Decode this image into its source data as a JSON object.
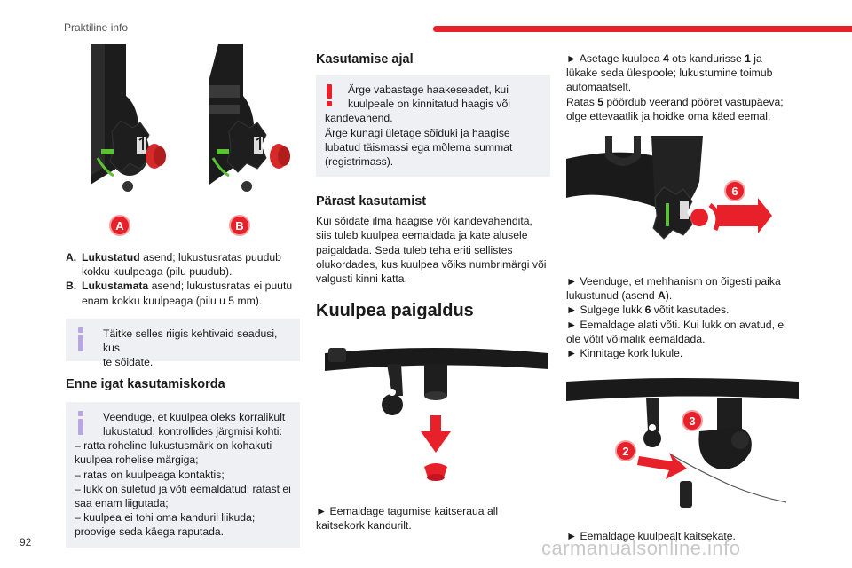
{
  "header": {
    "section": "Praktiline info",
    "bar_color": "#e8202a"
  },
  "page_number": "92",
  "watermark": "carmanualsonline.info",
  "col1": {
    "figure_labels": [
      "A",
      "B"
    ],
    "legend": [
      {
        "label": "A.",
        "term": "Lukustatud",
        "text_first": " asend; lukustusratas puudub",
        "text_rest": "kokku kuulpeaga (pilu puudub)."
      },
      {
        "label": "B.",
        "term": "Lukustamata",
        "text_first": " asend; lukustusratas ei puutu",
        "text_rest": "enam kokku kuulpeaga (pilu u 5 mm)."
      }
    ],
    "info_note": [
      "Täitke selles riigis kehtivaid seadusi, kus",
      "te sõidate."
    ],
    "heading": "Enne igat kasutamiskorda",
    "check_note": {
      "lead": [
        "Veenduge, et kuulpea oleks korralikult",
        "lukustatud, kontrollides järgmisi kohti:"
      ],
      "items": [
        "–  ratta roheline lukustusmärk on kohakuti",
        "kuulpea rohelise märgiga;",
        "–  ratas on kuulpeaga kontaktis;",
        "–  lukk on suletud ja võti eemaldatud; ratast ei",
        "saa enam liigutada;",
        "–  kuulpea ei tohi oma kanduril liikuda;",
        "proovige seda käega raputada."
      ]
    }
  },
  "col2": {
    "heading1": "Kasutamise ajal",
    "warning": {
      "lead": [
        "Ärge vabastage haakeseadet, kui",
        "kuulpeale on kinnitatud haagis või"
      ],
      "lines": [
        "kandevahend.",
        "Ärge kunagi ületage sõiduki ja haagise",
        "lubatud täismassi ega mõlema summat",
        "(registrimass)."
      ]
    },
    "heading2": "Pärast kasutamist",
    "after_text": [
      "Kui sõidate ilma haagise või kandevahendita,",
      "siis tuleb kuulpea eemaldada ja kate alusele",
      "paigaldada. Seda tuleb teha eriti sellistes",
      "olukordades, kus kuulpea võiks numbrimärgi või",
      "valgusti kinni katta."
    ],
    "big_heading": "Kuulpea paigaldus",
    "step": [
      "►  Eemaldage tagumise kaitseraua all",
      "kaitsekork kandurilt."
    ]
  },
  "col3": {
    "steps1": {
      "l1_pre": "►  Asetage kuulpea ",
      "l1_n1": "4",
      "l1_mid": " ots kandurisse ",
      "l1_n2": "1",
      "l1_post": " ja",
      "l2": "lükake seda ülespoole; lukustumine toimub",
      "l3": "automaatselt.",
      "l4_pre": "Ratas ",
      "l4_n": "5",
      "l4_post": " pöördub veerand pööret vastupäeva;",
      "l5": "olge ettevaatlik ja hoidke oma käed eemal."
    },
    "figure_callout_1": "6",
    "steps2": {
      "l1": "►  Veenduge, et mehhanism on õigesti paika",
      "l2_pre": "lukustunud (asend ",
      "l2_n": "A",
      "l2_post": ").",
      "l3_pre": "►  Sulgege lukk ",
      "l3_n": "6",
      "l3_post": " võtit kasutades.",
      "l4": "►  Eemaldage alati võti. Kui lukk on avatud, ei",
      "l5": "ole võtit võimalik eemaldada.",
      "l6": "►  Kinnitage kork lukule."
    },
    "figure_callouts_2": [
      "3",
      "2"
    ],
    "step_last": "►  Eemaldage kuulpealt kaitsekate."
  },
  "colors": {
    "accent": "#e8202a",
    "note_bg": "#eef0f3",
    "info_mark": "#b7a6e0",
    "green_mark": "#5bc236"
  }
}
